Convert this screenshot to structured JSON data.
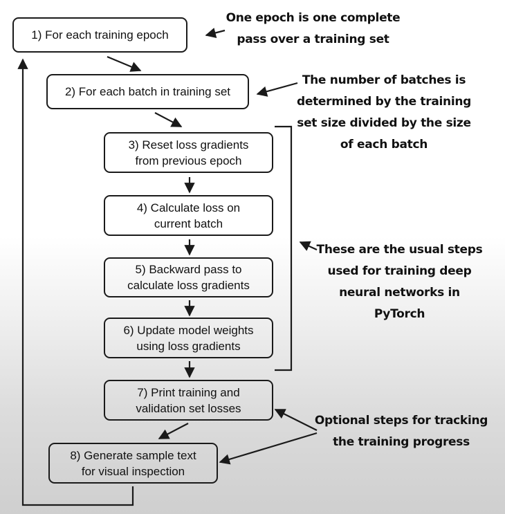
{
  "steps": {
    "s1": "1) For each training epoch",
    "s2": "2) For each batch in training set",
    "s3": "3) Reset loss gradients\nfrom previous epoch",
    "s4": "4) Calculate loss on\ncurrent batch",
    "s5": "5) Backward pass to\ncalculate loss gradients",
    "s6": "6) Update model weights\nusing loss gradients",
    "s7": "7) Print training and\nvalidation set losses",
    "s8": "8) Generate sample text\nfor visual inspection"
  },
  "notes": {
    "epoch": "One epoch is one complete\npass over a training set",
    "batches": "The number of batches is\ndetermined by the training\nset size divided by the size\nof each batch",
    "usual": "These are the usual steps\nused for training deep\nneural networks in\nPyTorch",
    "optional": "Optional steps for tracking\nthe training progress"
  }
}
